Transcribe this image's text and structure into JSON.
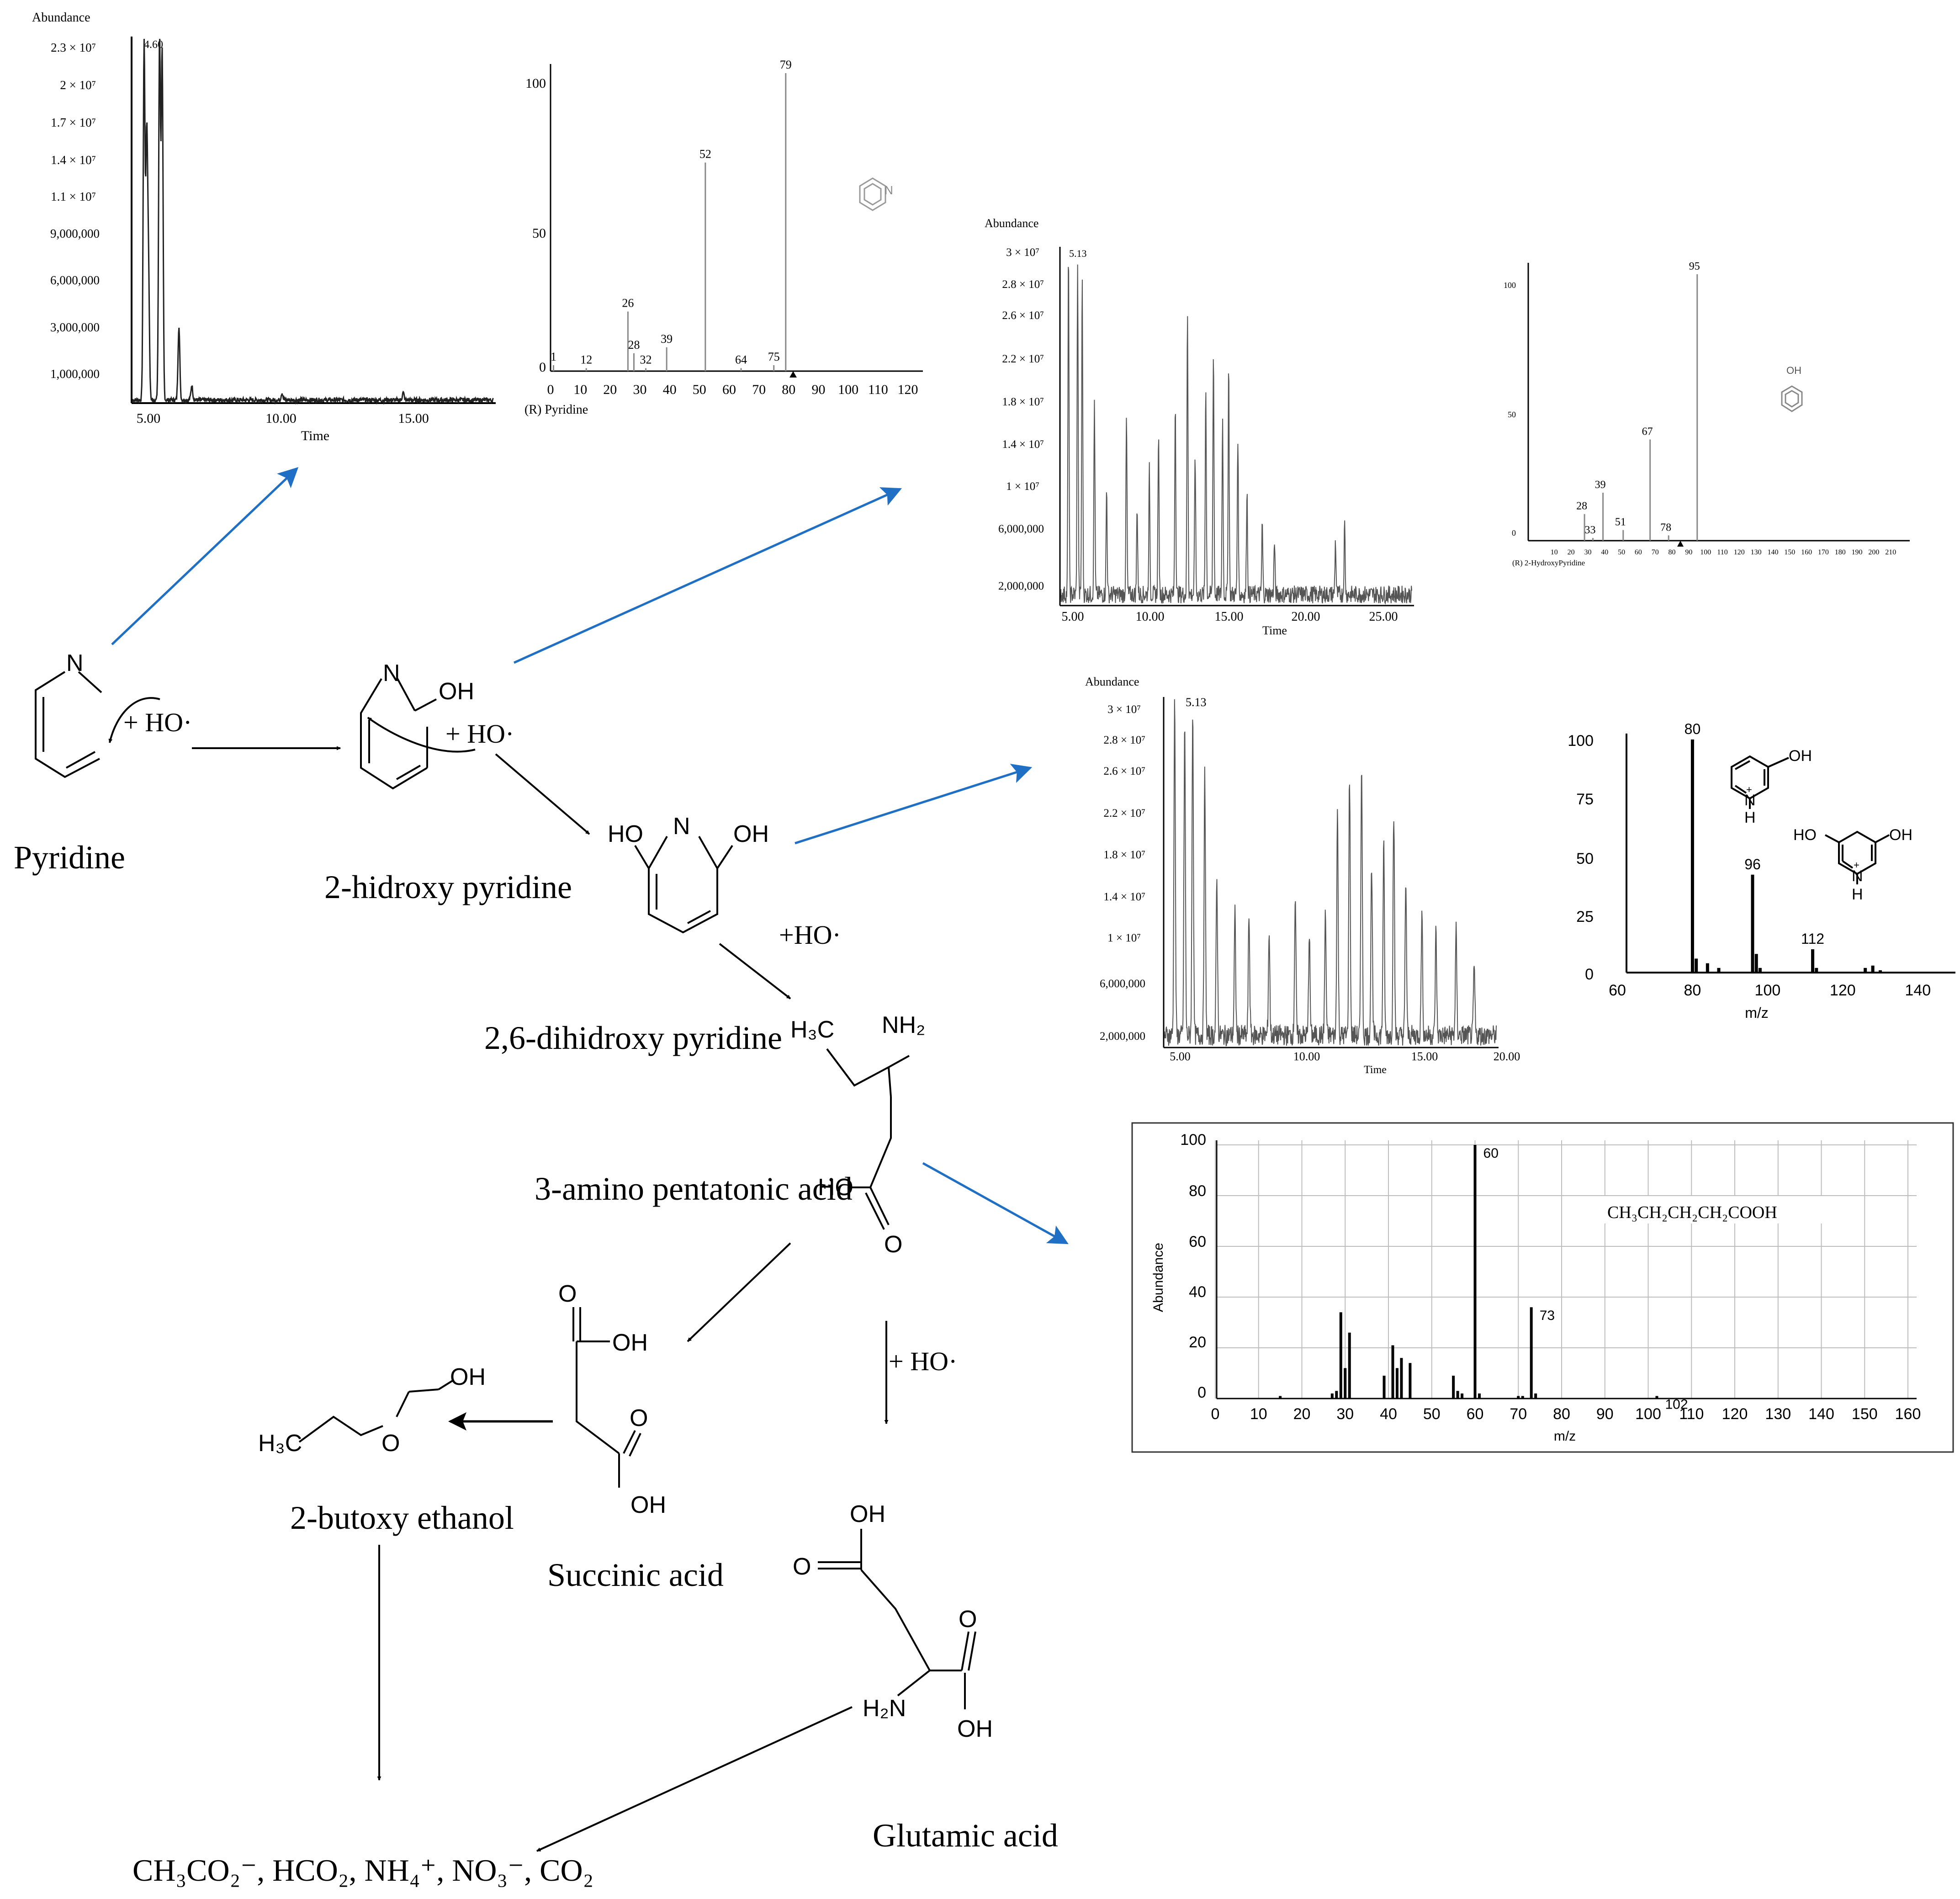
{
  "labels": {
    "pyridine": "Pyridine",
    "hydroxy_pyridine": "2-hidroxy pyridine",
    "dihydroxy_pyridine": "2,6-dihidroxy pyridine",
    "amino_acid": "3-amino pentatonic acid",
    "butoxy_ethanol": "2-butoxy ethanol",
    "succinic": "Succinic acid",
    "glutamic": "Glutamic acid",
    "final_products": "CH₃CO₂⁻, HCO₂, NH₄⁺, NO₃⁻, CO₂"
  },
  "reagents": {
    "r1": "+ HO·",
    "r2": "+ HO·",
    "r3": "+HO·",
    "r4": "+ HO·"
  },
  "atoms": {
    "N": "N",
    "OH": "OH",
    "HO": "HO",
    "O": "O",
    "NH2": "NH₂",
    "H3C": "H₃C",
    "H2N": "H₂N",
    "H": "H",
    "plus": "+"
  },
  "chromatograms": [
    {
      "id": "c1",
      "ylabel": "Abundance",
      "xlabel": "Time",
      "yticks": [
        "2.3 × 10⁷",
        "2 × 10⁷",
        "1.7 × 10⁷",
        "1.4 × 10⁷",
        "1.1 × 10⁷",
        "9,000,000",
        "6,000,000",
        "3,000,000",
        "1,000,000"
      ],
      "xticks": [
        "5.00",
        "10.00",
        "15.00"
      ],
      "peak_label": "4.60",
      "xlim": [
        4.0,
        18.0
      ],
      "peaks": [
        [
          4.45,
          0.98
        ],
        [
          4.55,
          0.7
        ],
        [
          4.62,
          0.35
        ],
        [
          5.05,
          0.99
        ],
        [
          5.15,
          0.95
        ],
        [
          5.8,
          0.2
        ],
        [
          6.3,
          0.04
        ],
        [
          9.8,
          0.02
        ],
        [
          14.5,
          0.02
        ]
      ]
    },
    {
      "id": "c2",
      "ylabel": "Abundance",
      "xlabel": "Time",
      "yticks": [
        "3 × 10⁷",
        "2.8 × 10⁷",
        "2.6 × 10⁷",
        "2.2 × 10⁷",
        "1.8 × 10⁷",
        "1.4 × 10⁷",
        "1 × 10⁷",
        "6,000,000",
        "2,000,000"
      ],
      "xticks": [
        "5.00",
        "10.00",
        "15.00",
        "20.00",
        "25.00"
      ],
      "peak_label": "5.13",
      "xlim": [
        4.0,
        27.0
      ],
      "peaks": [
        [
          4.5,
          0.98
        ],
        [
          5.1,
          0.95
        ],
        [
          5.4,
          0.9
        ],
        [
          6.2,
          0.55
        ],
        [
          7.0,
          0.3
        ],
        [
          8.3,
          0.5
        ],
        [
          9.0,
          0.25
        ],
        [
          9.8,
          0.35
        ],
        [
          10.4,
          0.45
        ],
        [
          11.5,
          0.55
        ],
        [
          12.3,
          0.8
        ],
        [
          12.8,
          0.4
        ],
        [
          13.5,
          0.6
        ],
        [
          14.0,
          0.7
        ],
        [
          14.6,
          0.5
        ],
        [
          15.0,
          0.65
        ],
        [
          15.6,
          0.45
        ],
        [
          16.2,
          0.3
        ],
        [
          17.2,
          0.2
        ],
        [
          18.0,
          0.15
        ],
        [
          22.0,
          0.15
        ],
        [
          22.6,
          0.2
        ]
      ]
    },
    {
      "id": "c3",
      "ylabel": "Abundance",
      "xlabel": "Time",
      "yticks": [
        "3 × 10⁷",
        "2.8 × 10⁷",
        "2.6 × 10⁷",
        "2.2 × 10⁷",
        "1.8 × 10⁷",
        "1.4 × 10⁷",
        "1 × 10⁷",
        "6,000,000",
        "2,000,000"
      ],
      "xticks": [
        "5.00",
        "10.00",
        "15.00",
        "20.00"
      ],
      "peak_label": "5.13",
      "xlim": [
        4.0,
        20.5
      ],
      "peaks": [
        [
          4.5,
          0.98
        ],
        [
          5.0,
          0.9
        ],
        [
          5.4,
          0.95
        ],
        [
          6.0,
          0.75
        ],
        [
          6.6,
          0.45
        ],
        [
          7.5,
          0.35
        ],
        [
          8.2,
          0.35
        ],
        [
          9.2,
          0.3
        ],
        [
          10.5,
          0.4
        ],
        [
          11.2,
          0.3
        ],
        [
          12.0,
          0.35
        ],
        [
          12.6,
          0.65
        ],
        [
          13.2,
          0.75
        ],
        [
          13.8,
          0.8
        ],
        [
          14.3,
          0.5
        ],
        [
          14.9,
          0.55
        ],
        [
          15.4,
          0.65
        ],
        [
          16.0,
          0.45
        ],
        [
          16.8,
          0.35
        ],
        [
          17.5,
          0.3
        ],
        [
          18.5,
          0.3
        ],
        [
          19.4,
          0.2
        ]
      ]
    }
  ],
  "spectra": [
    {
      "id": "ms_pyridine",
      "caption": "(R) Pyridine",
      "yticks": [
        "100",
        "50",
        "0"
      ],
      "xticks": [
        "0",
        "10",
        "20",
        "30",
        "40",
        "50",
        "60",
        "70",
        "80",
        "90",
        "100",
        "110",
        "120"
      ],
      "xlim": [
        0,
        122
      ],
      "peaks": [
        [
          1,
          2
        ],
        [
          12,
          1
        ],
        [
          26,
          20
        ],
        [
          28,
          6
        ],
        [
          32,
          1
        ],
        [
          39,
          8
        ],
        [
          52,
          70
        ],
        [
          64,
          1
        ],
        [
          75,
          2
        ],
        [
          79,
          100
        ]
      ],
      "peak_labels": [
        "1",
        "12",
        "26",
        "28",
        "32",
        "39",
        "52",
        "64",
        "75",
        "79"
      ],
      "structure_atom": "N"
    },
    {
      "id": "ms_hydroxypyridine",
      "caption": "(R) 2-HydroxyPyridine",
      "yticks": [
        "100",
        "50",
        "0"
      ],
      "xticks": [
        "10",
        "20",
        "30",
        "40",
        "50",
        "60",
        "70",
        "80",
        "90",
        "100",
        "110",
        "120",
        "130",
        "140",
        "150",
        "160",
        "170",
        "180",
        "190",
        "200",
        "210"
      ],
      "xlim": [
        0,
        220
      ],
      "peaks": [
        [
          28,
          10
        ],
        [
          33,
          1
        ],
        [
          39,
          18
        ],
        [
          51,
          4
        ],
        [
          67,
          38
        ],
        [
          78,
          2
        ],
        [
          95,
          100
        ]
      ],
      "peak_labels": [
        "28",
        "33",
        "39",
        "51",
        "67",
        "78",
        "95"
      ],
      "structure_atom": "OH"
    },
    {
      "id": "ms_dihydroxypyridine",
      "xlabel": "m/z",
      "yticks": [
        "100",
        "75",
        "50",
        "25",
        "0"
      ],
      "xticks": [
        "60",
        "80",
        "100",
        "120",
        "140"
      ],
      "xlim": [
        60,
        150
      ],
      "peaks": [
        [
          80,
          100
        ],
        [
          81,
          6
        ],
        [
          84,
          4
        ],
        [
          87,
          2
        ],
        [
          96,
          42
        ],
        [
          97,
          8
        ],
        [
          98,
          2
        ],
        [
          112,
          10
        ],
        [
          113,
          2
        ],
        [
          126,
          2
        ],
        [
          128,
          3
        ],
        [
          130,
          1
        ]
      ],
      "peak_labels": [
        "80",
        "96",
        "112"
      ]
    },
    {
      "id": "ms_valeric",
      "ylabel": "Abundance",
      "xlabel": "m/z",
      "formula": "CH₃CH₂CH₂CH₂COOH",
      "yticks": [
        "100",
        "80",
        "60",
        "40",
        "20",
        "0"
      ],
      "xticks": [
        "0",
        "10",
        "20",
        "30",
        "40",
        "50",
        "60",
        "70",
        "80",
        "90",
        "100",
        "110",
        "120",
        "130",
        "140",
        "150",
        "160"
      ],
      "xlim": [
        0,
        162
      ],
      "peaks": [
        [
          15,
          1
        ],
        [
          27,
          2
        ],
        [
          28,
          3
        ],
        [
          29,
          34
        ],
        [
          30,
          12
        ],
        [
          31,
          26
        ],
        [
          39,
          9
        ],
        [
          41,
          21
        ],
        [
          42,
          12
        ],
        [
          43,
          16
        ],
        [
          45,
          14
        ],
        [
          55,
          9
        ],
        [
          56,
          3
        ],
        [
          57,
          2
        ],
        [
          60,
          100
        ],
        [
          61,
          2
        ],
        [
          70,
          1
        ],
        [
          71,
          1
        ],
        [
          73,
          36
        ],
        [
          74,
          2
        ],
        [
          102,
          1
        ]
      ],
      "peak_labels": [
        "60",
        "73",
        "102"
      ]
    }
  ],
  "colors": {
    "blue_arrow": "#1f6fc4",
    "black": "#000000",
    "frame": "#333333",
    "grid": "#b8b8b8",
    "trace": "#333333"
  }
}
